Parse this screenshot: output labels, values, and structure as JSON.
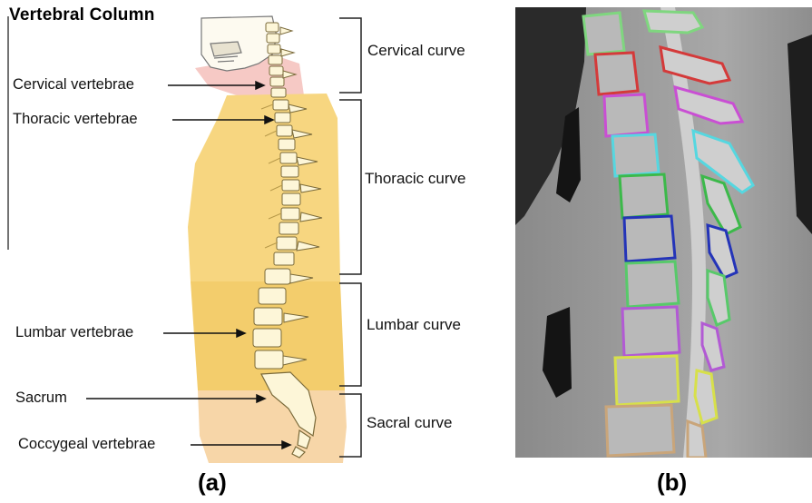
{
  "panel_a": {
    "title": "Vertebral Column",
    "labels": {
      "cervical_vertebrae": "Cervical vertebrae",
      "thoracic_vertebrae": "Thoracic vertebrae",
      "lumbar_vertebrae": "Lumbar vertebrae",
      "sacrum": "Sacrum",
      "coccygeal_vertebrae": "Coccygeal vertebrae"
    },
    "curves": {
      "cervical": "Cervical curve",
      "thoracic": "Thoracic curve",
      "lumbar": "Lumbar curve",
      "sacral": "Sacral curve"
    },
    "colors": {
      "cervical_region": "#f6c9c5",
      "thoracic_region": "#f7d680",
      "lumbar_region": "#f3cd6c",
      "sacral_region": "#f7d6a8",
      "bone": "#fdf6d8"
    }
  },
  "panel_b": {
    "description_colors": [
      "#7fd67f",
      "#d43a3a",
      "#c94fd3",
      "#56d7e0",
      "#3cb94a",
      "#2434b8",
      "#58c96a",
      "#b25ad4",
      "#d7e04a",
      "#c9a57a"
    ]
  },
  "captions": {
    "a": "(a)",
    "b": "(b)"
  }
}
